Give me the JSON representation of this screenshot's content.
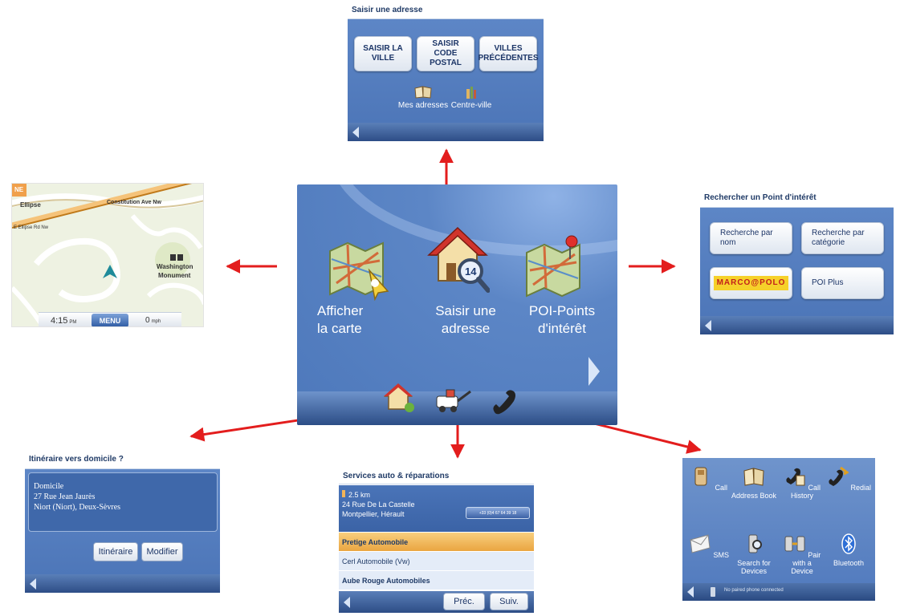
{
  "main_menu": {
    "items": [
      {
        "line1": "Afficher",
        "line2": "la carte",
        "icon": "map-icon"
      },
      {
        "line1": "Saisir une",
        "line2": "adresse",
        "icon": "house-search-icon"
      },
      {
        "line1": "POI-Points",
        "line2": "d'intérêt",
        "icon": "poi-map-icon"
      }
    ],
    "bottom_icons": [
      "home-icon",
      "tow-truck-icon",
      "phone-icon"
    ],
    "next_icon": "chevron-right-icon"
  },
  "address_panel": {
    "title": "Saisir une adresse",
    "buttons": [
      {
        "line1": "SAISIR LA",
        "line2": "VILLE"
      },
      {
        "line1": "SAISIR",
        "line2": "CODE POSTAL"
      },
      {
        "line1": "VILLES",
        "line2": "PRÉCÉDENTES"
      }
    ],
    "links": [
      "Mes adresses",
      "Centre-ville"
    ]
  },
  "map_panel": {
    "badge": "NE",
    "labels": [
      "Ellipse",
      "Constitution Ave Nw",
      "E Ellipse Rd Nw",
      "Washington",
      "Monument"
    ],
    "time": "4:15",
    "time_suffix": "PM",
    "menu_label": "MENU",
    "speed": "0",
    "speed_unit": "mph"
  },
  "poi_panel": {
    "title": "Rechercher un Point d'intérêt",
    "buttons": [
      {
        "line1": "Recherche par",
        "line2": "nom"
      },
      {
        "line1": "Recherche par",
        "line2": "catégorie"
      }
    ],
    "logo_text": "MARCO@POLO",
    "poi_plus": "POI Plus"
  },
  "home_panel": {
    "title": "Itinéraire vers domicile ?",
    "address_lines": [
      "Domicile",
      "27 Rue Jean Jaurès",
      "Niort (Niort), Deux-Sèvres"
    ],
    "route_button": "Itinéraire",
    "edit_button": "Modifier"
  },
  "services_panel": {
    "title": "Services auto & réparations",
    "distance": "2.5 km",
    "address_lines": [
      "24 Rue De La Castelle",
      "Montpellier, Hérault"
    ],
    "phone": "+33 (0)4 67 64 39 18",
    "results": [
      "Pretige Automobile",
      "Cerl Automobile (Vw)",
      "Aube Rouge Automobiles"
    ],
    "prev_button": "Préc.",
    "next_button": "Suiv."
  },
  "phone_panel": {
    "items": [
      {
        "label1": "Call",
        "label2": "",
        "icon": "call-icon"
      },
      {
        "label1": "Address Book",
        "label2": "",
        "icon": "address-book-icon"
      },
      {
        "label1": "Call History",
        "label2": "",
        "icon": "call-history-icon"
      },
      {
        "label1": "Redial",
        "label2": "",
        "icon": "redial-icon"
      },
      {
        "label1": "SMS",
        "label2": "",
        "icon": "sms-icon"
      },
      {
        "label1": "Search for",
        "label2": "Devices",
        "icon": "search-devices-icon"
      },
      {
        "label1": "Pair with a",
        "label2": "Device",
        "icon": "pair-device-icon"
      },
      {
        "label1": "Bluetooth",
        "label2": "",
        "icon": "bluetooth-icon"
      }
    ],
    "status": "No paired phone connected"
  },
  "colors": {
    "arrow": "#e31d1d",
    "panel_blue": "#5580c2",
    "header_text": "#1f3a66",
    "highlight": "#f2b458"
  }
}
